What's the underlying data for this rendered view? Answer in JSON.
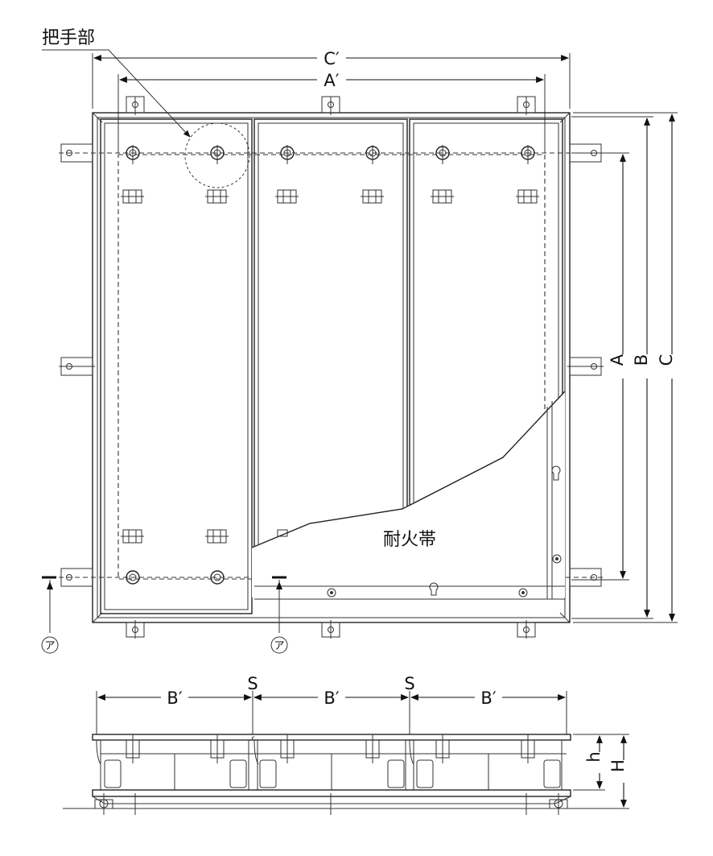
{
  "top_view": {
    "handle_label": "把手部",
    "fire_band_label": "耐火帯",
    "section_mark_left": "ア",
    "section_mark_right": "ア",
    "dimensions": {
      "c_prime": "C′",
      "a_prime": "A′",
      "a": "A",
      "b": "B",
      "c": "C"
    }
  },
  "side_view": {
    "b_prime_1": "B′",
    "b_prime_2": "B′",
    "b_prime_3": "B′",
    "s_1": "S",
    "s_2": "S",
    "h": "h",
    "H": "H"
  }
}
